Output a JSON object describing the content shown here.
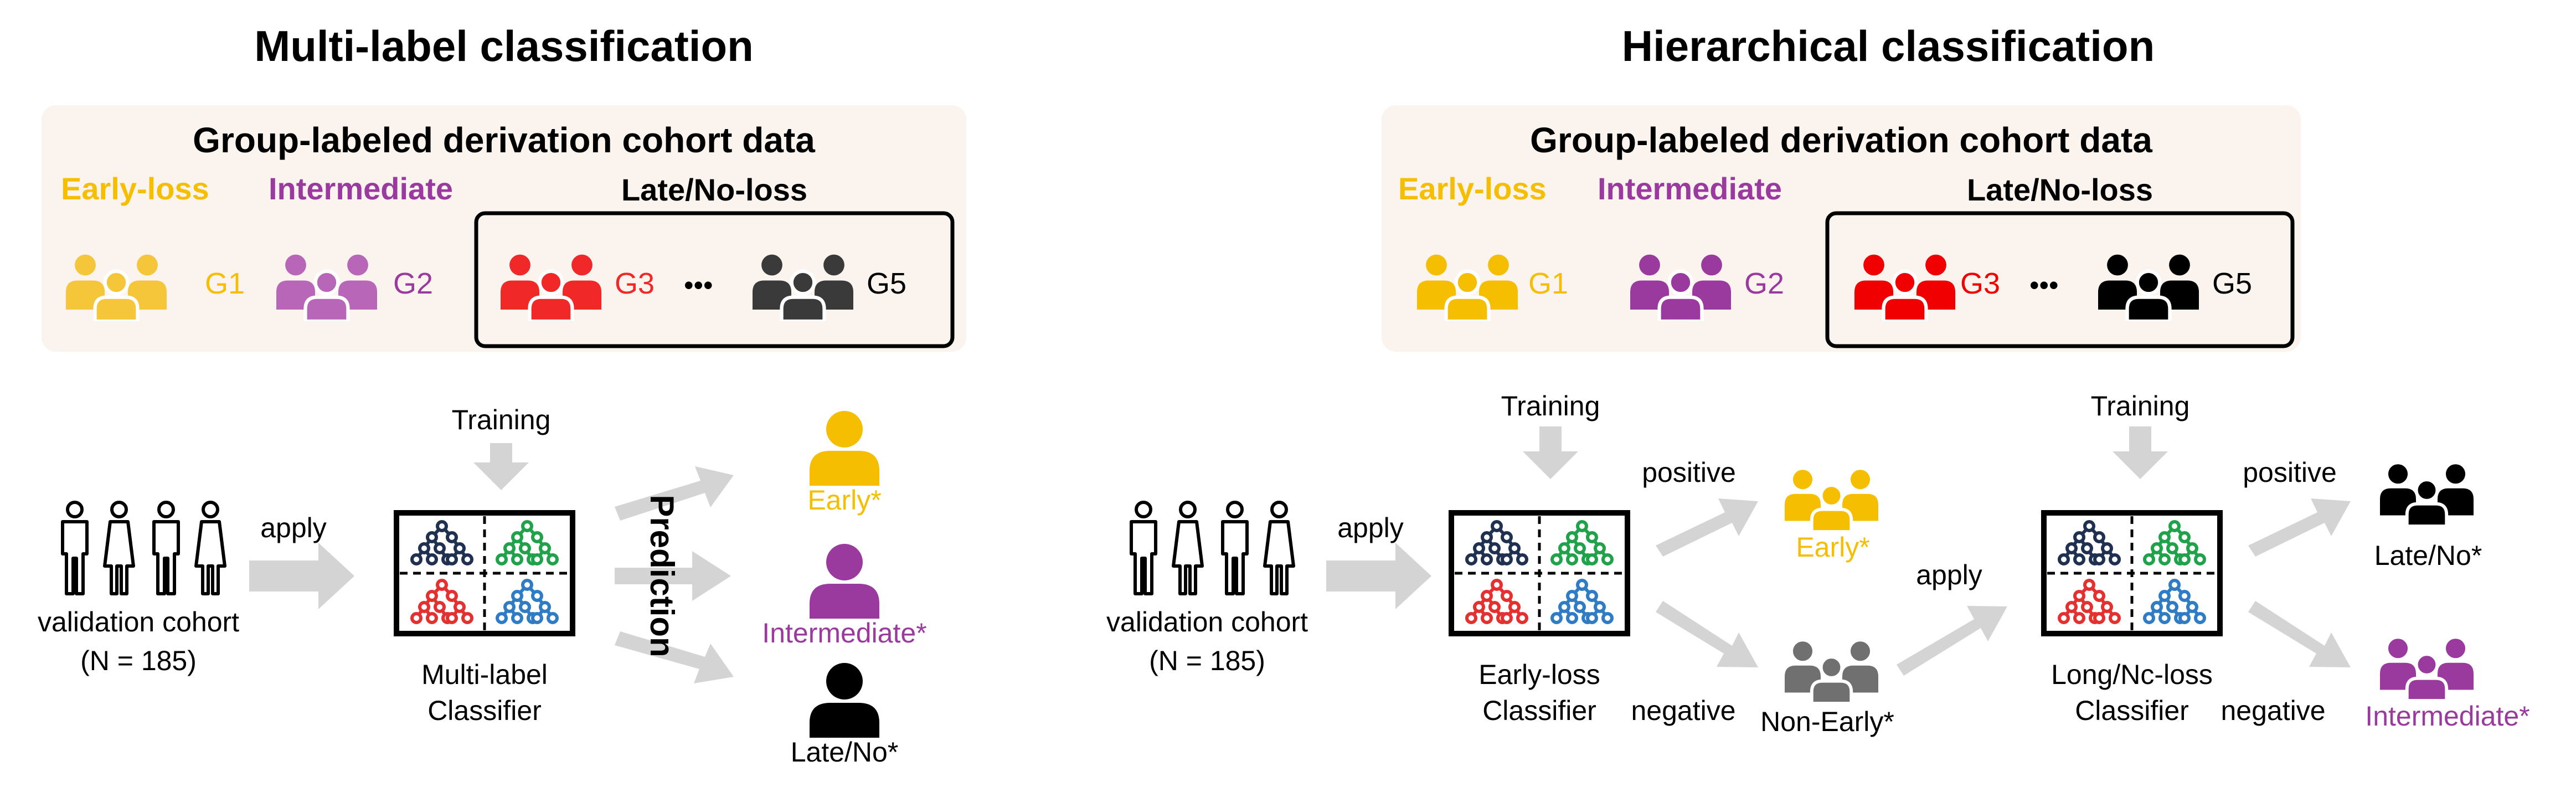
{
  "left": {
    "title": "Multi-label classification",
    "cohort": {
      "title": "Group-labeled derivation cohort data",
      "early_label": "Early-loss",
      "intermediate_label": "Intermediate",
      "late_label": "Late/No-loss",
      "g1": "G1",
      "g2": "G2",
      "g3": "G3",
      "g5": "G5",
      "ellipsis": "•••"
    },
    "training_label": "Training",
    "apply_label": "apply",
    "validation_label": "validation cohort",
    "validation_n": "(N = 185)",
    "classifier_line1": "Multi-label",
    "classifier_line2": "Classifier",
    "prediction_label": "Prediction",
    "outputs": {
      "early": "Early*",
      "intermediate": "Intermediate*",
      "late": "Late/No*"
    }
  },
  "right": {
    "title": "Hierarchical classification",
    "cohort": {
      "title": "Group-labeled derivation cohort data",
      "early_label": "Early-loss",
      "intermediate_label": "Intermediate",
      "late_label": "Late/No-loss",
      "g1": "G1",
      "g2": "G2",
      "g3": "G3",
      "g5": "G5",
      "ellipsis": "•••"
    },
    "training1_label": "Training",
    "training2_label": "Training",
    "apply1_label": "apply",
    "apply2_label": "apply",
    "validation_label": "validation cohort",
    "validation_n": "(N = 185)",
    "classifier1_line1": "Early-loss",
    "classifier1_line2": "Classifier",
    "classifier2_line1": "Long/Nc-loss",
    "classifier2_line2": "Classifier",
    "positive1": "positive",
    "negative1": "negative",
    "positive2": "positive",
    "negative2": "negative",
    "outputs": {
      "early": "Early*",
      "non_early": "Non-Early*",
      "late": "Late/No*",
      "intermediate": "Intermediate*"
    }
  },
  "colors": {
    "early": "#F5BE00",
    "intermediate": "#9B3A9E",
    "g3": "#F02828",
    "g5": "#222222",
    "late_right_g3": "#F00000",
    "g1_light": "#F5C63A",
    "g2_light": "#B866B8",
    "g5_dark": "#3A3A3A",
    "cohort_bg": "#FBF3EE",
    "arrow": "#D4D4D4",
    "non_early": "#707070",
    "tree_navy": "#1F3050",
    "tree_green": "#1FA24A",
    "tree_red": "#E53030",
    "tree_blue": "#2F7CC4"
  }
}
